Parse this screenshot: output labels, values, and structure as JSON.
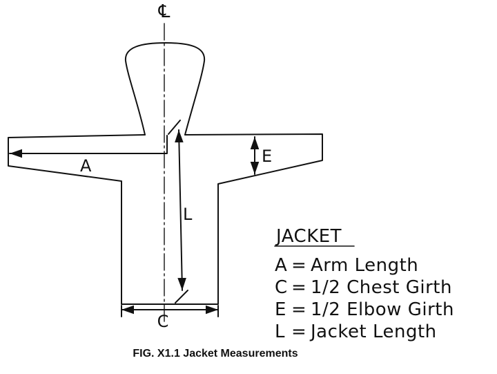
{
  "centerline_symbol": "℄",
  "dimension_labels": {
    "a": "A",
    "e": "E",
    "l": "L",
    "c": "C"
  },
  "legend": {
    "heading": "JACKET",
    "items": [
      {
        "key": "A",
        "sep": "=",
        "text": "Arm Length"
      },
      {
        "key": "C",
        "sep": "=",
        "text": "1/2 Chest Girth"
      },
      {
        "key": "E",
        "sep": "=",
        "text": "1/2 Elbow Girth"
      },
      {
        "key": "L",
        "sep": "=",
        "text": "Jacket Length"
      }
    ]
  },
  "caption": "FIG. X1.1 Jacket Measurements"
}
